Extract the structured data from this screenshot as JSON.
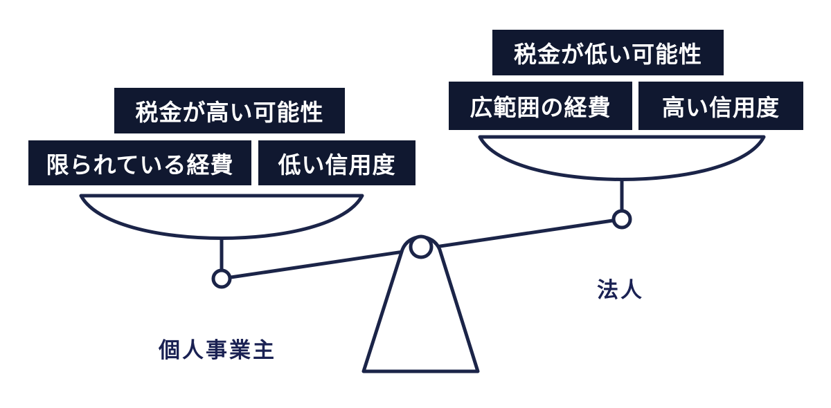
{
  "colors": {
    "background": "#ffffff",
    "badge_bg": "#101830",
    "badge_text": "#ffffff",
    "line": "#1b2448",
    "label_text": "#1a2153"
  },
  "left": {
    "top_badge": "税金が高い可能性",
    "badges": [
      "限られている経費",
      "低い信用度"
    ],
    "label": "個人事業主"
  },
  "right": {
    "top_badge": "税金が低い可能性",
    "badges": [
      "広範囲の経費",
      "高い信用度"
    ],
    "label": "法人"
  }
}
